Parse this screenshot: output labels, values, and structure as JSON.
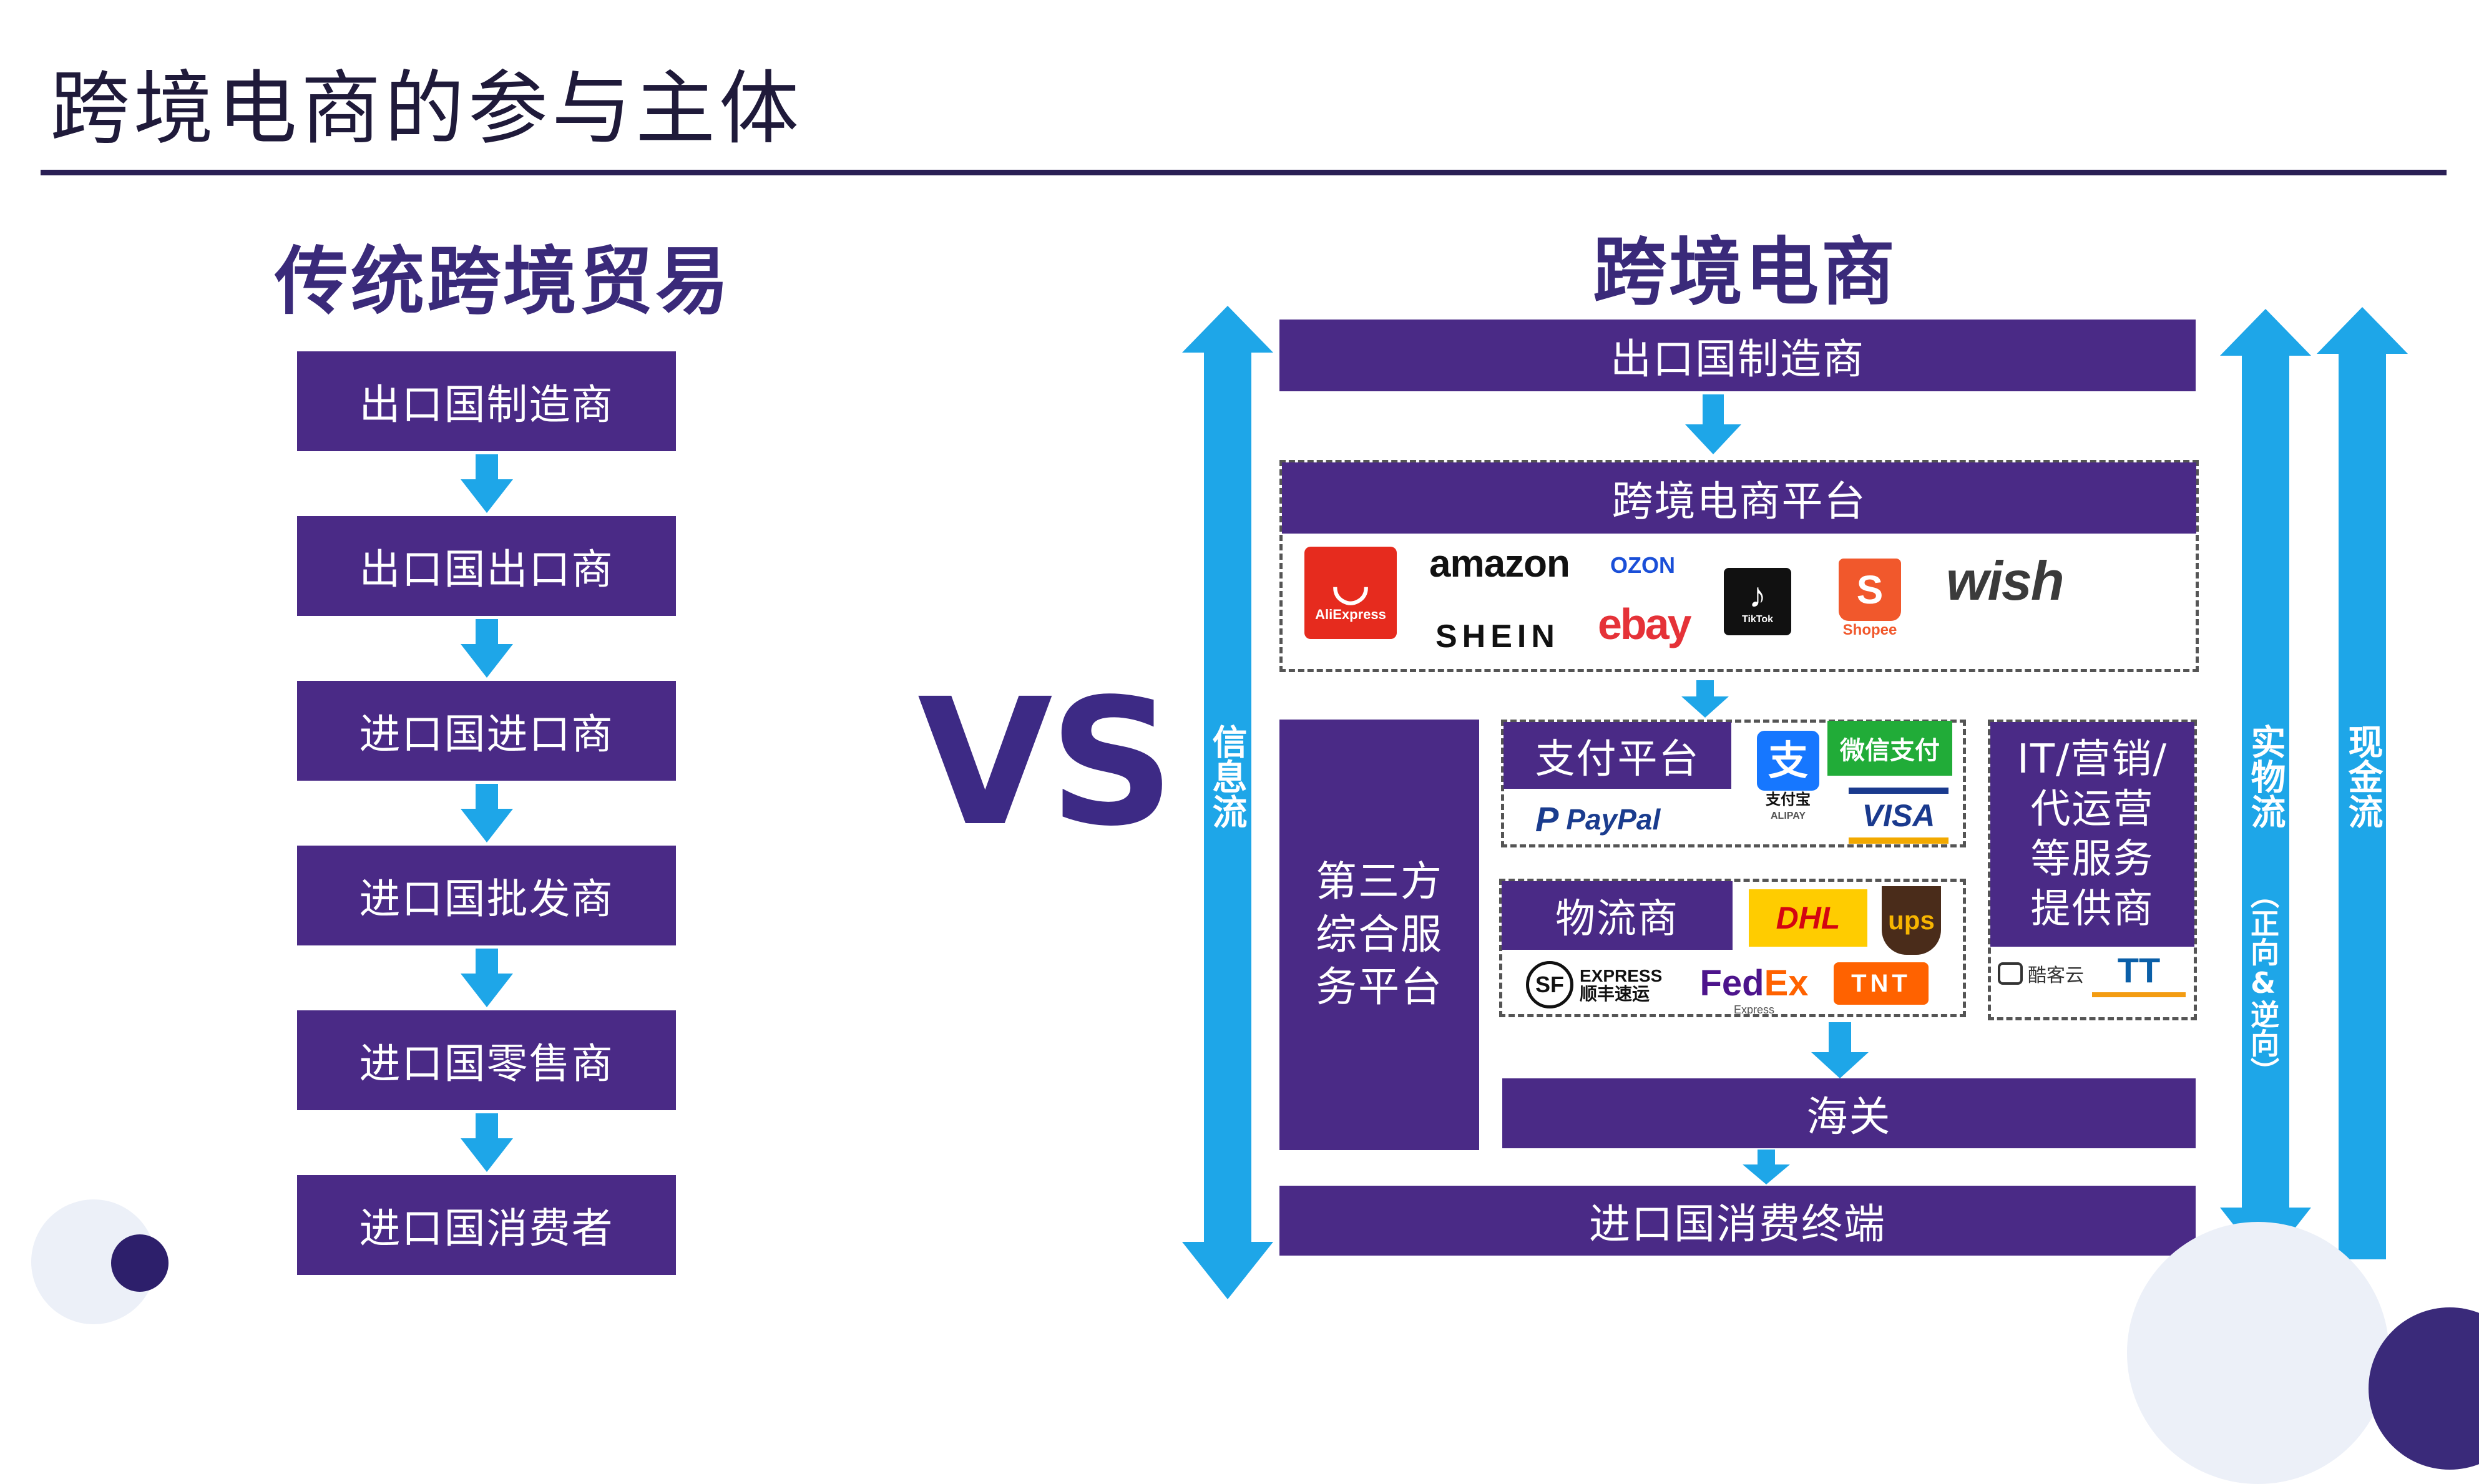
{
  "title": "跨境电商的参与主体",
  "traditional": {
    "heading": "传统跨境贸易",
    "steps": [
      "出口国制造商",
      "出口国出口商",
      "进口国进口商",
      "进口国批发商",
      "进口国零售商",
      "进口国消费者"
    ]
  },
  "vs_label": "VS",
  "crossborder": {
    "heading": "跨境电商",
    "manufacturer": "出口国制造商",
    "platform": "跨境电商平台",
    "platform_logos": {
      "aliexpress": "AliExpress",
      "amazon": "amazon",
      "ozon": "OZON",
      "shein": "SHEIN",
      "ebay": "ebay",
      "tiktok": "TikTok",
      "shopee": "Shopee",
      "wish": "wish"
    },
    "third_party": [
      "第三方",
      "综合服",
      "务平台"
    ],
    "payment": {
      "label": "支付平台",
      "alipay": "支",
      "alipay_sub": "支付宝",
      "alipay_en": "ALIPAY",
      "wechat": "微信支付",
      "paypal": "PayPal",
      "visa": "VISA"
    },
    "logistics": {
      "label": "物流商",
      "dhl": "DHL",
      "ups": "ups",
      "sf": "SF",
      "sf_sub1": "EXPRESS",
      "sf_sub2": "顺丰速运",
      "fedex_a": "Fed",
      "fedex_b": "Ex",
      "fedex_sub": "Express",
      "tnt": "TNT"
    },
    "it_services": [
      "IT/营销/",
      "代运营",
      "等服务",
      "提供商"
    ],
    "it_logos": {
      "a": "酷客云",
      "b": "TT"
    },
    "customs": "海关",
    "consumer": "进口国消费终端",
    "info_flow": "信息流",
    "goods_flow": "实物流",
    "goods_flow_note": "（正向&逆向）",
    "cash_flow": "现金流"
  },
  "colors": {
    "primary": "#4a2a86",
    "arrow": "#1ea6e8",
    "title_text": "#1f1a3a",
    "heading_text": "#3a2a7a"
  }
}
